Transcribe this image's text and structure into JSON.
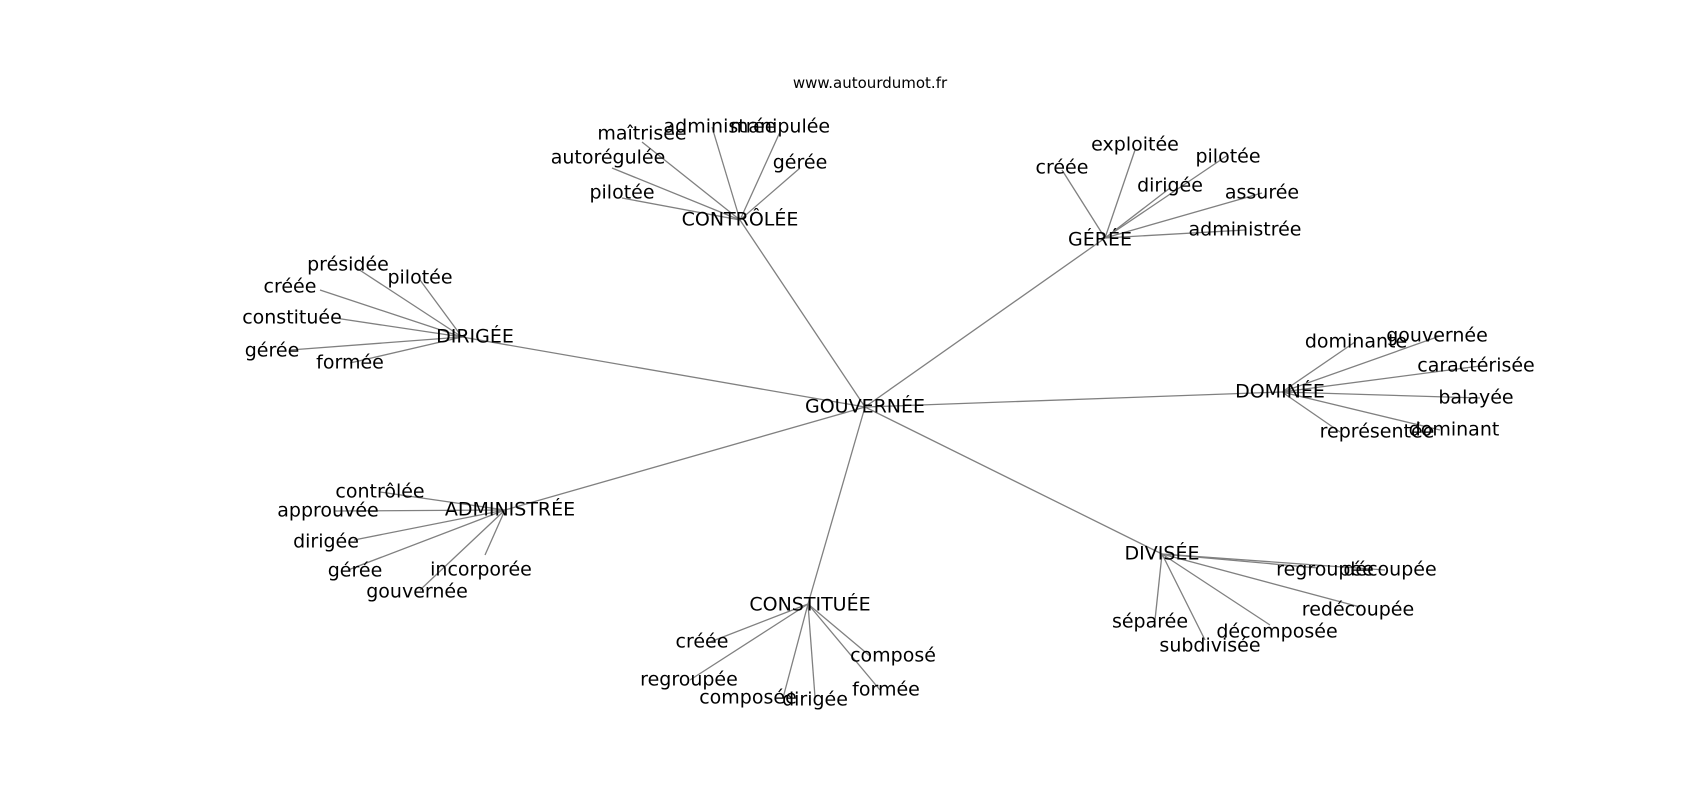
{
  "site": "www.autourdumot.fr",
  "center": "GOUVERNÉE",
  "groups": [
    {
      "label": "CONTRÔLÉE",
      "children": [
        "administrée",
        "manipulée",
        "maîtrisée",
        "autorégulée",
        "gérée",
        "pilotée"
      ]
    },
    {
      "label": "GÉRÉE",
      "children": [
        "exploitée",
        "pilotée",
        "créée",
        "dirigée",
        "assurée",
        "administrée"
      ]
    },
    {
      "label": "DIRIGÉE",
      "children": [
        "présidée",
        "pilotée",
        "créée",
        "constituée",
        "gérée",
        "formée"
      ]
    },
    {
      "label": "DOMINÉE",
      "children": [
        "gouvernée",
        "dominante",
        "caractérisée",
        "balayée",
        "dominant",
        "représentée"
      ]
    },
    {
      "label": "ADMINISTRÉE",
      "children": [
        "contrôlée",
        "approuvée",
        "dirigée",
        "gérée",
        "incorporée",
        "gouvernée"
      ]
    },
    {
      "label": "DIVISÉE",
      "children": [
        "regroupée",
        "découpée",
        "redécoupée",
        "séparée",
        "décomposée",
        "subdivisée"
      ]
    },
    {
      "label": "CONSTITUÉE",
      "children": [
        "créée",
        "composé",
        "regroupée",
        "formée",
        "composée",
        "dirigée"
      ]
    }
  ],
  "edge_color": "#808080"
}
